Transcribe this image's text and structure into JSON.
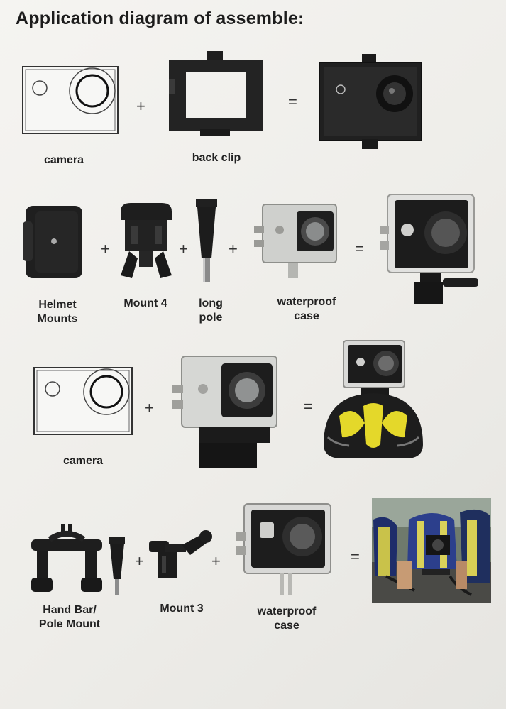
{
  "title": "Application diagram of assemble:",
  "operators": {
    "plus": "+",
    "equals": "="
  },
  "rows": [
    {
      "labels": {
        "camera": "camera",
        "back_clip": "back clip"
      }
    },
    {
      "labels": {
        "helmet_mounts_1": "Helmet",
        "helmet_mounts_2": "Mounts",
        "mount4": "Mount 4",
        "long_pole_1": "long",
        "long_pole_2": "pole",
        "waterproof_1": "waterproof",
        "waterproof_2": "case"
      }
    },
    {
      "labels": {
        "camera": "camera"
      }
    },
    {
      "labels": {
        "handbar_1": "Hand Bar/",
        "handbar_2": "Pole Mount",
        "mount3": "Mount 3",
        "waterproof_1": "waterproof",
        "waterproof_2": "case"
      }
    }
  ]
}
